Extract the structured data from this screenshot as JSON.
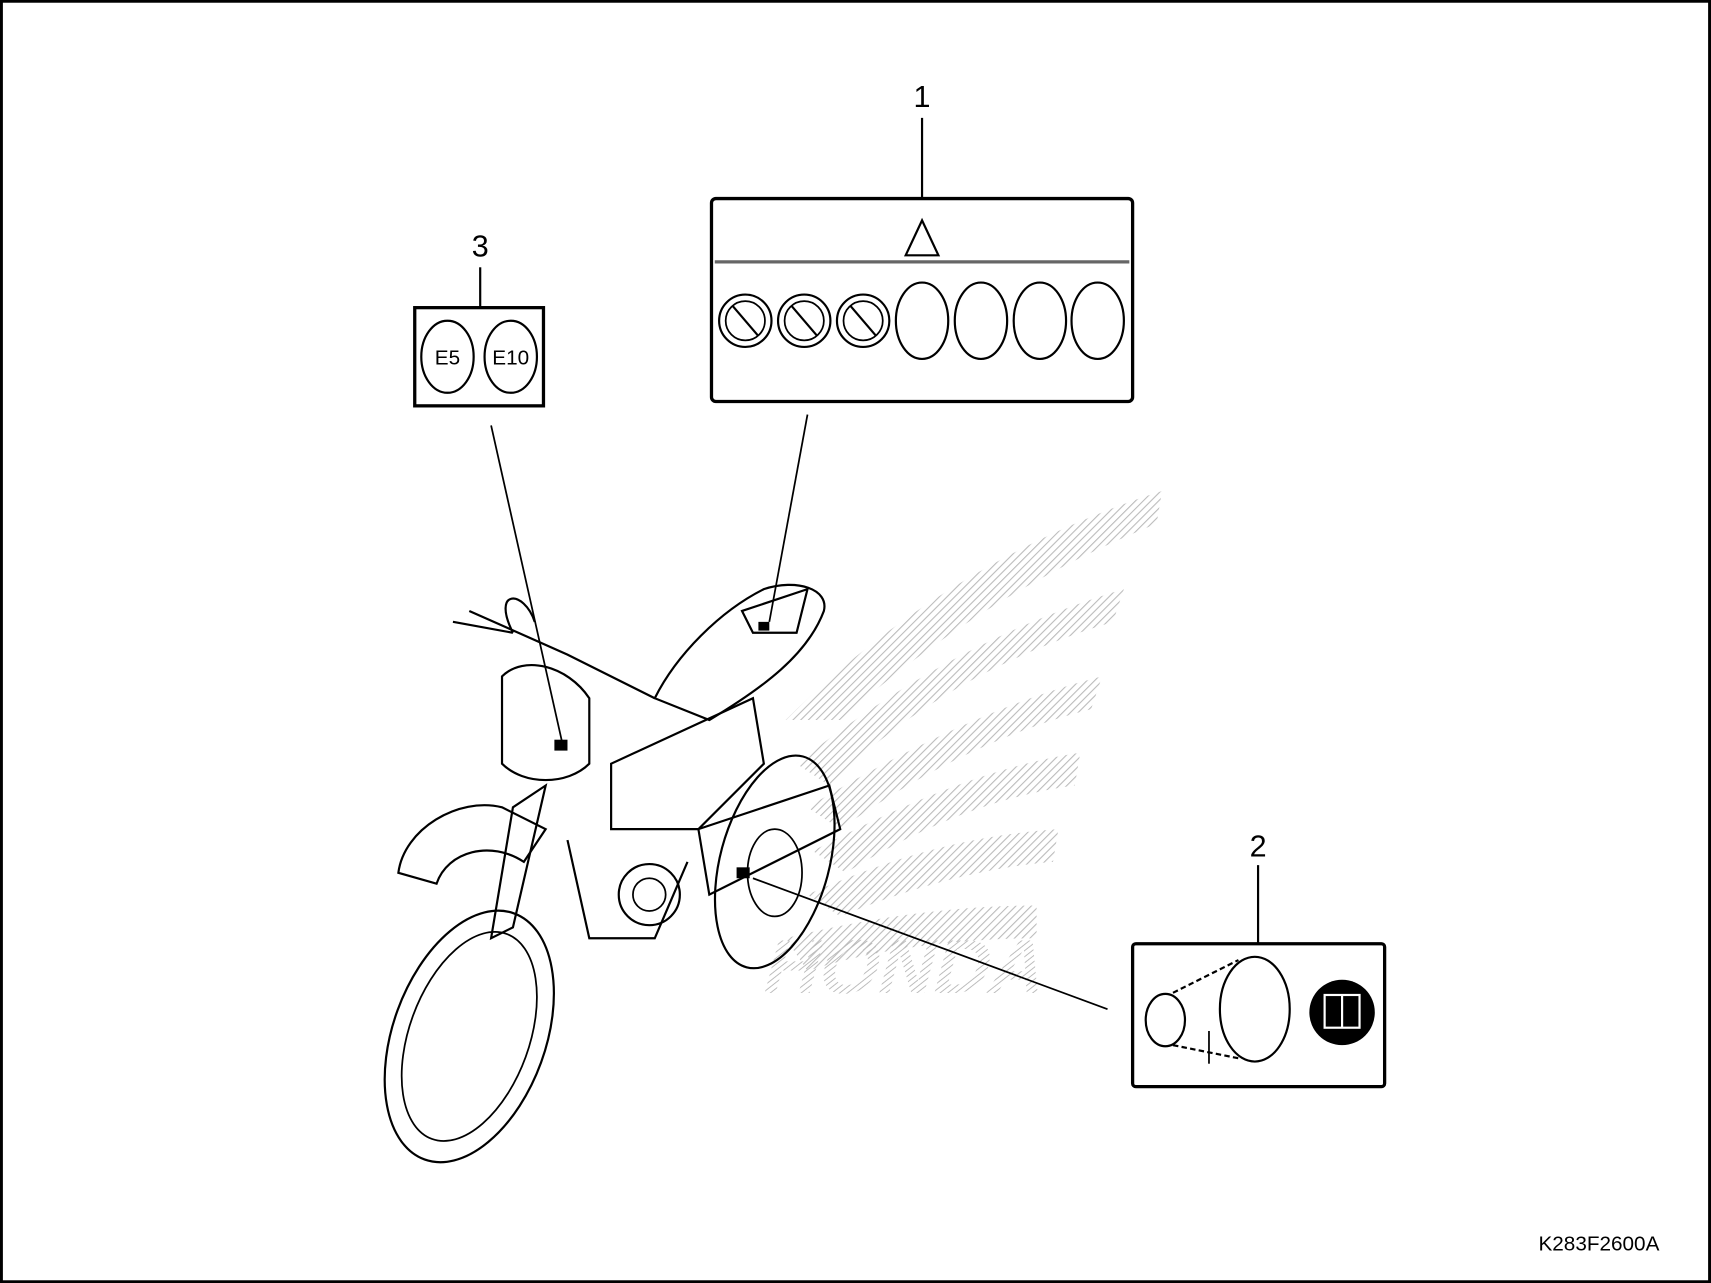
{
  "diagram": {
    "callouts": [
      {
        "number": "1",
        "part": "caution-label-fuel"
      },
      {
        "number": "2",
        "part": "tire-info-label"
      },
      {
        "number": "3",
        "part": "fuel-label-e5-e10"
      }
    ],
    "label_3_text": {
      "e5": "E5",
      "e10": "E10"
    },
    "drawing_code": "K283F2600A",
    "watermark": "HONDA"
  }
}
